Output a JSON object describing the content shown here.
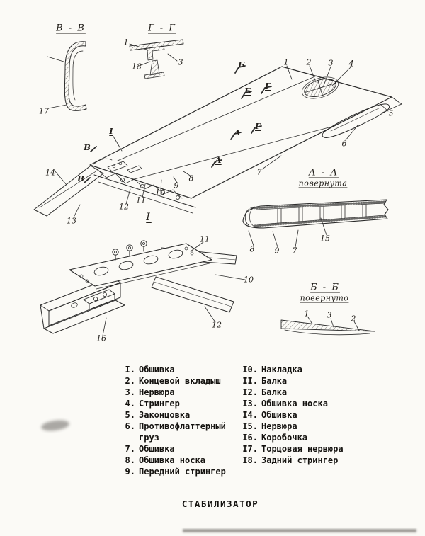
{
  "page": {
    "title": "СТАБИЛИЗАТОР"
  },
  "views": {
    "vv": {
      "label": "В - В"
    },
    "gg": {
      "label": "Г - Г"
    },
    "aa": {
      "label": "А - А",
      "note": "повернута"
    },
    "bb": {
      "label": "Б - Б",
      "note": "повернуто"
    },
    "detail": {
      "label": "I"
    }
  },
  "callouts": {
    "vv": {
      "c17": "17"
    },
    "gg": {
      "c1": "1",
      "c18": "18",
      "c3": "3"
    },
    "main": {
      "cut_b_top": "Б",
      "cut_b_mid": "Б",
      "cut_g_top": "Г",
      "cut_g_mid": "Г",
      "cut_a_top": "А",
      "cut_a_mid": "А",
      "cut_v_top": "В",
      "cut_v_bot": "В",
      "detail_ref": "I",
      "c1": "1",
      "c2": "2",
      "c3": "3",
      "c4": "4",
      "c5": "5",
      "c6": "6",
      "c7": "7",
      "c8": "8",
      "c9": "9",
      "c10": "10",
      "c11": "11",
      "c12": "12",
      "c13": "13",
      "c14": "14"
    },
    "aa": {
      "c8": "8",
      "c9": "9",
      "c7": "7",
      "c15": "15"
    },
    "bb": {
      "c1": "1",
      "c3": "3",
      "c2": "2"
    },
    "detail": {
      "c11": "11",
      "c10": "10",
      "c12": "12",
      "c16": "16"
    }
  },
  "legend": {
    "left": [
      {
        "num": "I.",
        "label": "Обшивка"
      },
      {
        "num": "2.",
        "label": "Концевой вкладыш"
      },
      {
        "num": "3.",
        "label": "Нервюра"
      },
      {
        "num": "4.",
        "label": "Стрингер"
      },
      {
        "num": "5.",
        "label": "Законцовка"
      },
      {
        "num": "6.",
        "label": "Противофлаттерный груз"
      },
      {
        "num": "7.",
        "label": "Обшивка"
      },
      {
        "num": "8.",
        "label": "Обшивка носка"
      },
      {
        "num": "9.",
        "label": "Передний стрингер"
      }
    ],
    "right": [
      {
        "num": "I0.",
        "label": "Накладка"
      },
      {
        "num": "II.",
        "label": "Балка"
      },
      {
        "num": "I2.",
        "label": "Балка"
      },
      {
        "num": "I3.",
        "label": "Обшивка носка"
      },
      {
        "num": "I4.",
        "label": "Обшивка"
      },
      {
        "num": "I5.",
        "label": "Нервюра"
      },
      {
        "num": "I6.",
        "label": "Коробочка"
      },
      {
        "num": "I7.",
        "label": "Торцовая нервюра"
      },
      {
        "num": "I8.",
        "label": "Задний стрингер"
      }
    ]
  }
}
